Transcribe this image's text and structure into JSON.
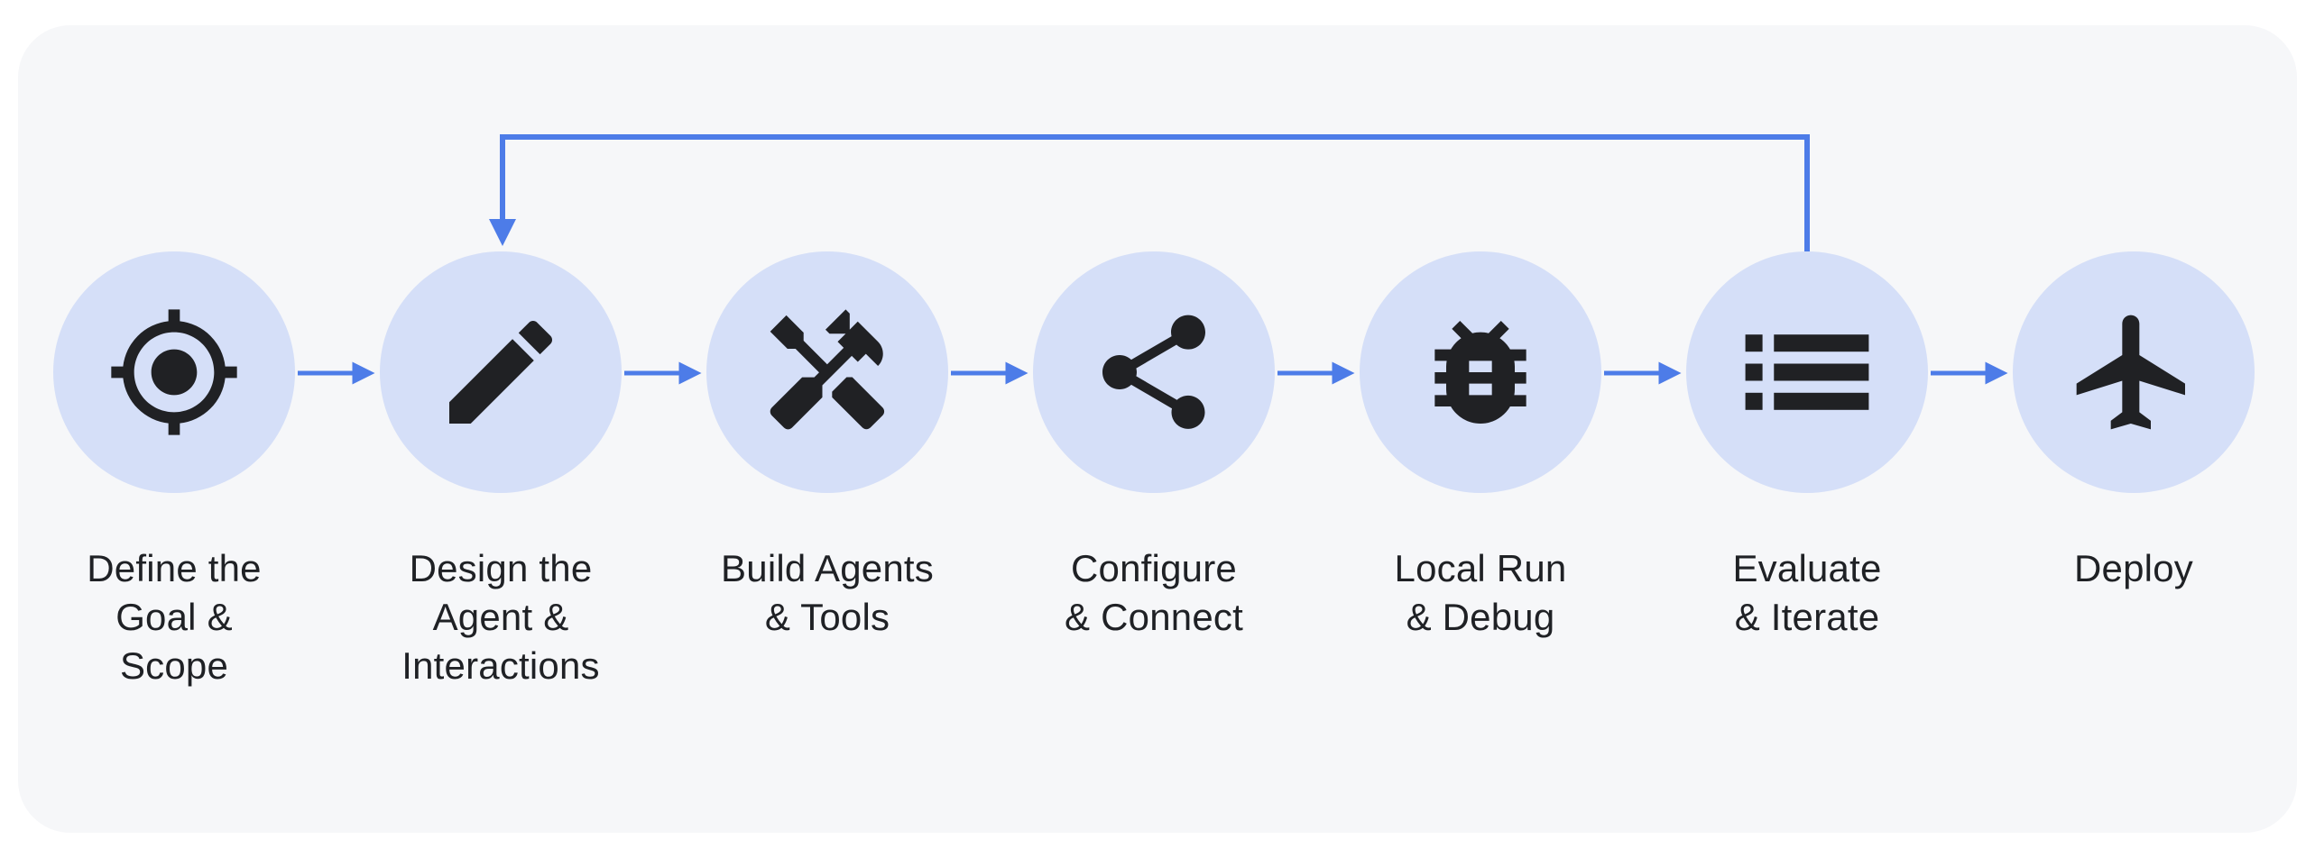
{
  "diagram": {
    "type": "workflow-flowchart",
    "colors": {
      "panel_background": "#f6f7f9",
      "page_background": "#ffffff",
      "node_circle_fill": "#d5dff8",
      "icon_color": "#202124",
      "arrow_color": "#4d7ce8",
      "label_color": "#1f2125"
    },
    "nodes": [
      {
        "id": "define-goal",
        "icon": "target-icon",
        "label": "Define the\nGoal &\nScope"
      },
      {
        "id": "design-agent",
        "icon": "pencil-icon",
        "label": "Design the\nAgent &\nInteractions"
      },
      {
        "id": "build-agents",
        "icon": "tools-icon",
        "label": "Build Agents\n& Tools"
      },
      {
        "id": "configure-connect",
        "icon": "share-icon",
        "label": "Configure\n& Connect"
      },
      {
        "id": "local-run-debug",
        "icon": "bug-icon",
        "label": "Local Run\n& Debug"
      },
      {
        "id": "evaluate-iterate",
        "icon": "list-icon",
        "label": "Evaluate\n& Iterate"
      },
      {
        "id": "deploy",
        "icon": "airplane-icon",
        "label": "Deploy"
      }
    ],
    "edges": [
      {
        "from": "define-goal",
        "to": "design-agent",
        "type": "forward"
      },
      {
        "from": "design-agent",
        "to": "build-agents",
        "type": "forward"
      },
      {
        "from": "build-agents",
        "to": "configure-connect",
        "type": "forward"
      },
      {
        "from": "configure-connect",
        "to": "local-run-debug",
        "type": "forward"
      },
      {
        "from": "local-run-debug",
        "to": "evaluate-iterate",
        "type": "forward"
      },
      {
        "from": "evaluate-iterate",
        "to": "deploy",
        "type": "forward"
      },
      {
        "from": "evaluate-iterate",
        "to": "design-agent",
        "type": "feedback-loop"
      }
    ]
  }
}
